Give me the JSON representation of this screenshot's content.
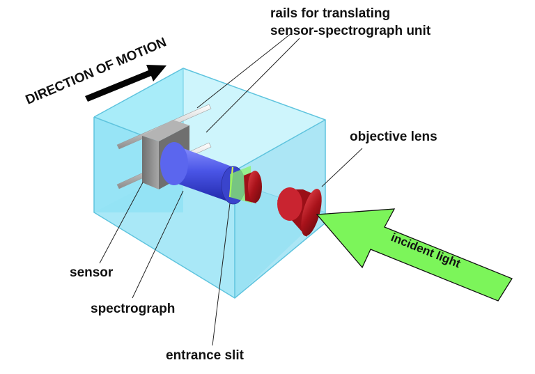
{
  "diagram": {
    "labels": {
      "direction": "DIRECTION OF MOTION",
      "rails_line1": "rails for translating",
      "rails_line2": "sensor-spectrograph unit",
      "objective_lens": "objective lens",
      "sensor": "sensor",
      "spectrograph": "spectrograph",
      "entrance_slit": "entrance slit",
      "incident_light": "incident light"
    },
    "colors": {
      "housing": "#7fdcf2",
      "spectrograph": "#4a55e6",
      "lens": "#b8141c",
      "light_arrow": "#7cf55a",
      "sensor": "#8a8a8a"
    }
  }
}
